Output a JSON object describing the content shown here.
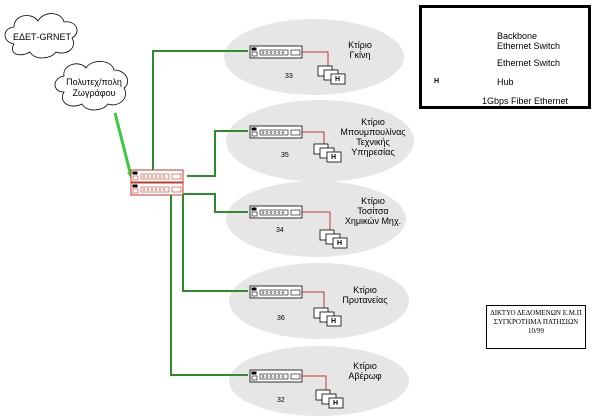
{
  "clouds": {
    "grnet": {
      "label": "ΕΔΕΤ-GRNET"
    },
    "campus": {
      "line1": "Πολυτεχ/πολη",
      "line2": "Ζωγράφου"
    }
  },
  "legend": {
    "backbone": {
      "line1": "Backbone",
      "line2": "Ethernet Switch"
    },
    "ethernet_switch": "Ethernet Switch",
    "hub": "Hub",
    "hub_glyph": "H",
    "fiber": "1Gbps Fiber Ethernet"
  },
  "buildings": [
    {
      "lines": [
        "Κτίριο",
        "Γκίνη"
      ],
      "number": "33"
    },
    {
      "lines": [
        "Κτίριο",
        "Μπουμπουλίνας",
        "Τεχνικής",
        "Υπηρεσίας"
      ],
      "number": "35"
    },
    {
      "lines": [
        "Κτίριο",
        "Τοσίτσα",
        "Χημικών Μηχ."
      ],
      "number": "34"
    },
    {
      "lines": [
        "Κτίριο",
        "Πρυτανείας"
      ],
      "number": "36"
    },
    {
      "lines": [
        "Κτίριο",
        "Αβέρωφ"
      ],
      "number": "32"
    }
  ],
  "hub_glyph": "H",
  "info": {
    "line1": "ΔΙΚΤΥΟ ΔΕΔΟΜΕΝΩΝ Ε.Μ.Π",
    "line2": "ΣΥΓΚΡΟΤΗΜΑ ΠΑΤΗΣΙΩΝ",
    "line3": "10/99"
  },
  "colors": {
    "fiber_link": "#2e8b2e",
    "uplink_arrow": "#3cc93c",
    "copper_link": "#c0392b",
    "building_fill": "#e6e6e6",
    "switch_red": "#c0392b"
  }
}
